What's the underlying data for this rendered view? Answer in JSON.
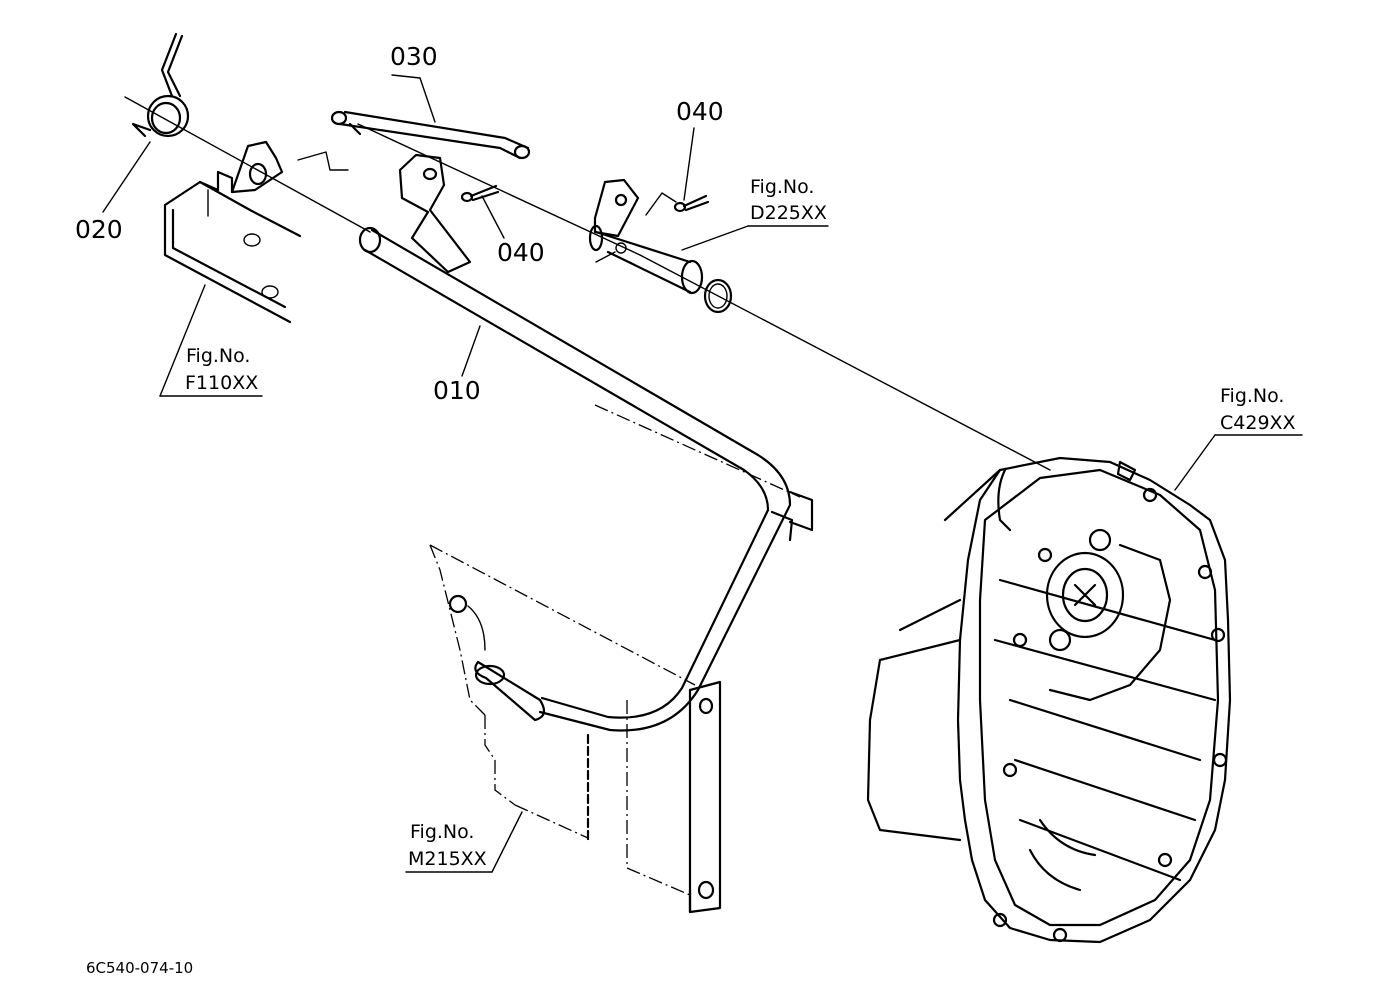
{
  "callouts": {
    "p010": "010",
    "p020": "020",
    "p030": "030",
    "p040a": "040",
    "p040b": "040"
  },
  "figrefs": {
    "f110": {
      "label": "Fig.No.",
      "code": "F110XX"
    },
    "d225": {
      "label": "Fig.No.",
      "code": "D225XX"
    },
    "c429": {
      "label": "Fig.No.",
      "code": "C429XX"
    },
    "m215": {
      "label": "Fig.No.",
      "code": "M215XX"
    }
  },
  "doc_id": "6C540-074-10"
}
